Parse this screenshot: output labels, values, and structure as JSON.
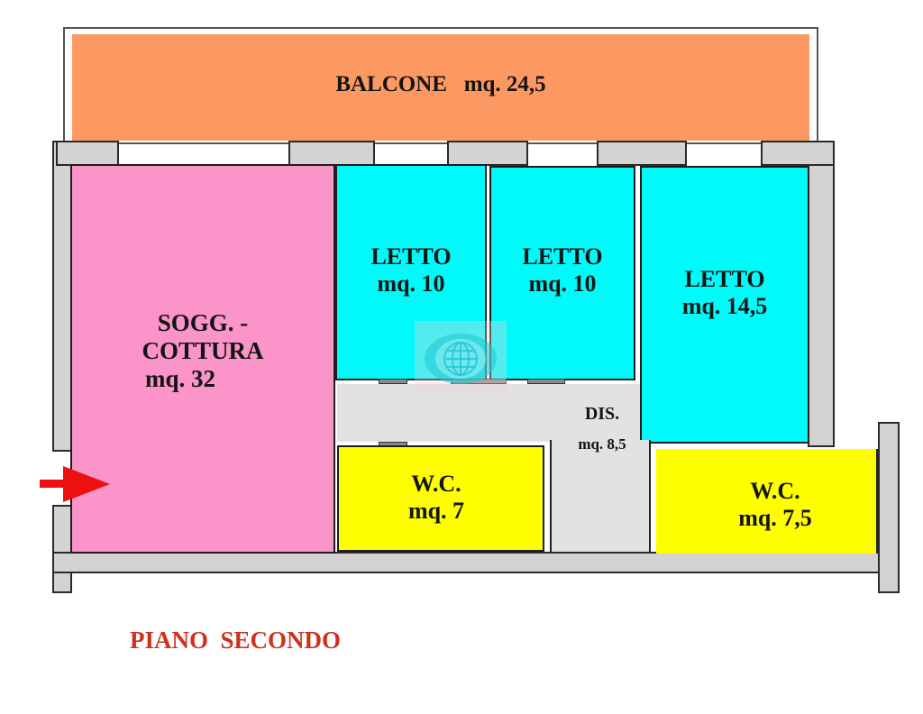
{
  "plan": {
    "floor_label": "PIANO  SECONDO",
    "colors": {
      "balcone": "#fc9963",
      "soggiorno": "#fb94c9",
      "letto": "#00fafa",
      "wc": "#fefe00",
      "disimpegno": "#e2e2e2",
      "wall": "#d4d2d2",
      "floor_label": "#d0301e",
      "entry_arrow": "#ee1010"
    },
    "rooms": {
      "balcone": {
        "name": "BALCONE",
        "area": "mq. 24,5"
      },
      "soggiorno": {
        "name_line1": "SOGG. -",
        "name_line2": "COTTURA",
        "area": "mq. 32"
      },
      "letto1": {
        "name": "LETTO",
        "area": "mq. 10"
      },
      "letto2": {
        "name": "LETTO",
        "area": "mq. 10"
      },
      "letto3": {
        "name": "LETTO",
        "area": "mq. 14,5"
      },
      "dis": {
        "name": "DIS.",
        "area": "mq. 8,5"
      },
      "wc1": {
        "name": "W.C.",
        "area": "mq. 7"
      },
      "wc2": {
        "name": "W.C.",
        "area": "mq. 7,5"
      }
    },
    "icons": {
      "entry": "entry-arrow-icon",
      "watermark": "globe-watermark-icon"
    }
  }
}
